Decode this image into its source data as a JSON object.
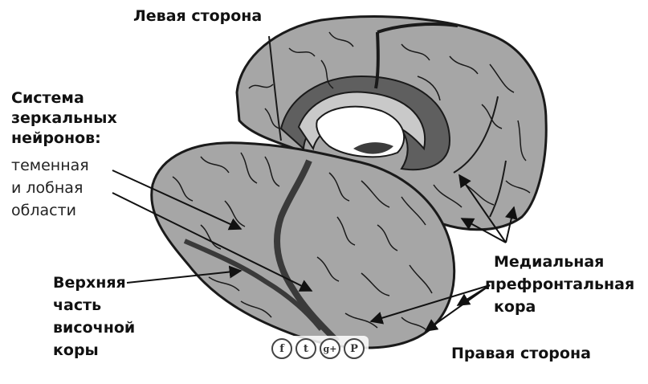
{
  "labels": {
    "left_side": "Левая сторона",
    "right_side": "Правая сторона",
    "mirror_line1": "Система",
    "mirror_line2": "зеркальных",
    "mirror_line3": "нейронов:",
    "mirror_line4": "теменная",
    "mirror_line5": "и лобная",
    "mirror_line6": "области",
    "temporal_line1": "Верхняя",
    "temporal_line2": "часть",
    "temporal_line3": "височной",
    "temporal_line4": "коры",
    "prefrontal_line1": "Медиальная",
    "prefrontal_line2": "префронтальная",
    "prefrontal_line3": "кора"
  },
  "share_buttons": [
    {
      "name": "facebook-icon",
      "glyph": "f"
    },
    {
      "name": "twitter-icon",
      "glyph": "t"
    },
    {
      "name": "google-plus-icon",
      "glyph": "g+"
    },
    {
      "name": "pinterest-icon",
      "glyph": "P"
    }
  ],
  "colors": {
    "cortex_gray": "#a8a8a8",
    "dark_gray": "#6f6f6f",
    "outline": "#222222",
    "white_matter": "#ffffff"
  }
}
